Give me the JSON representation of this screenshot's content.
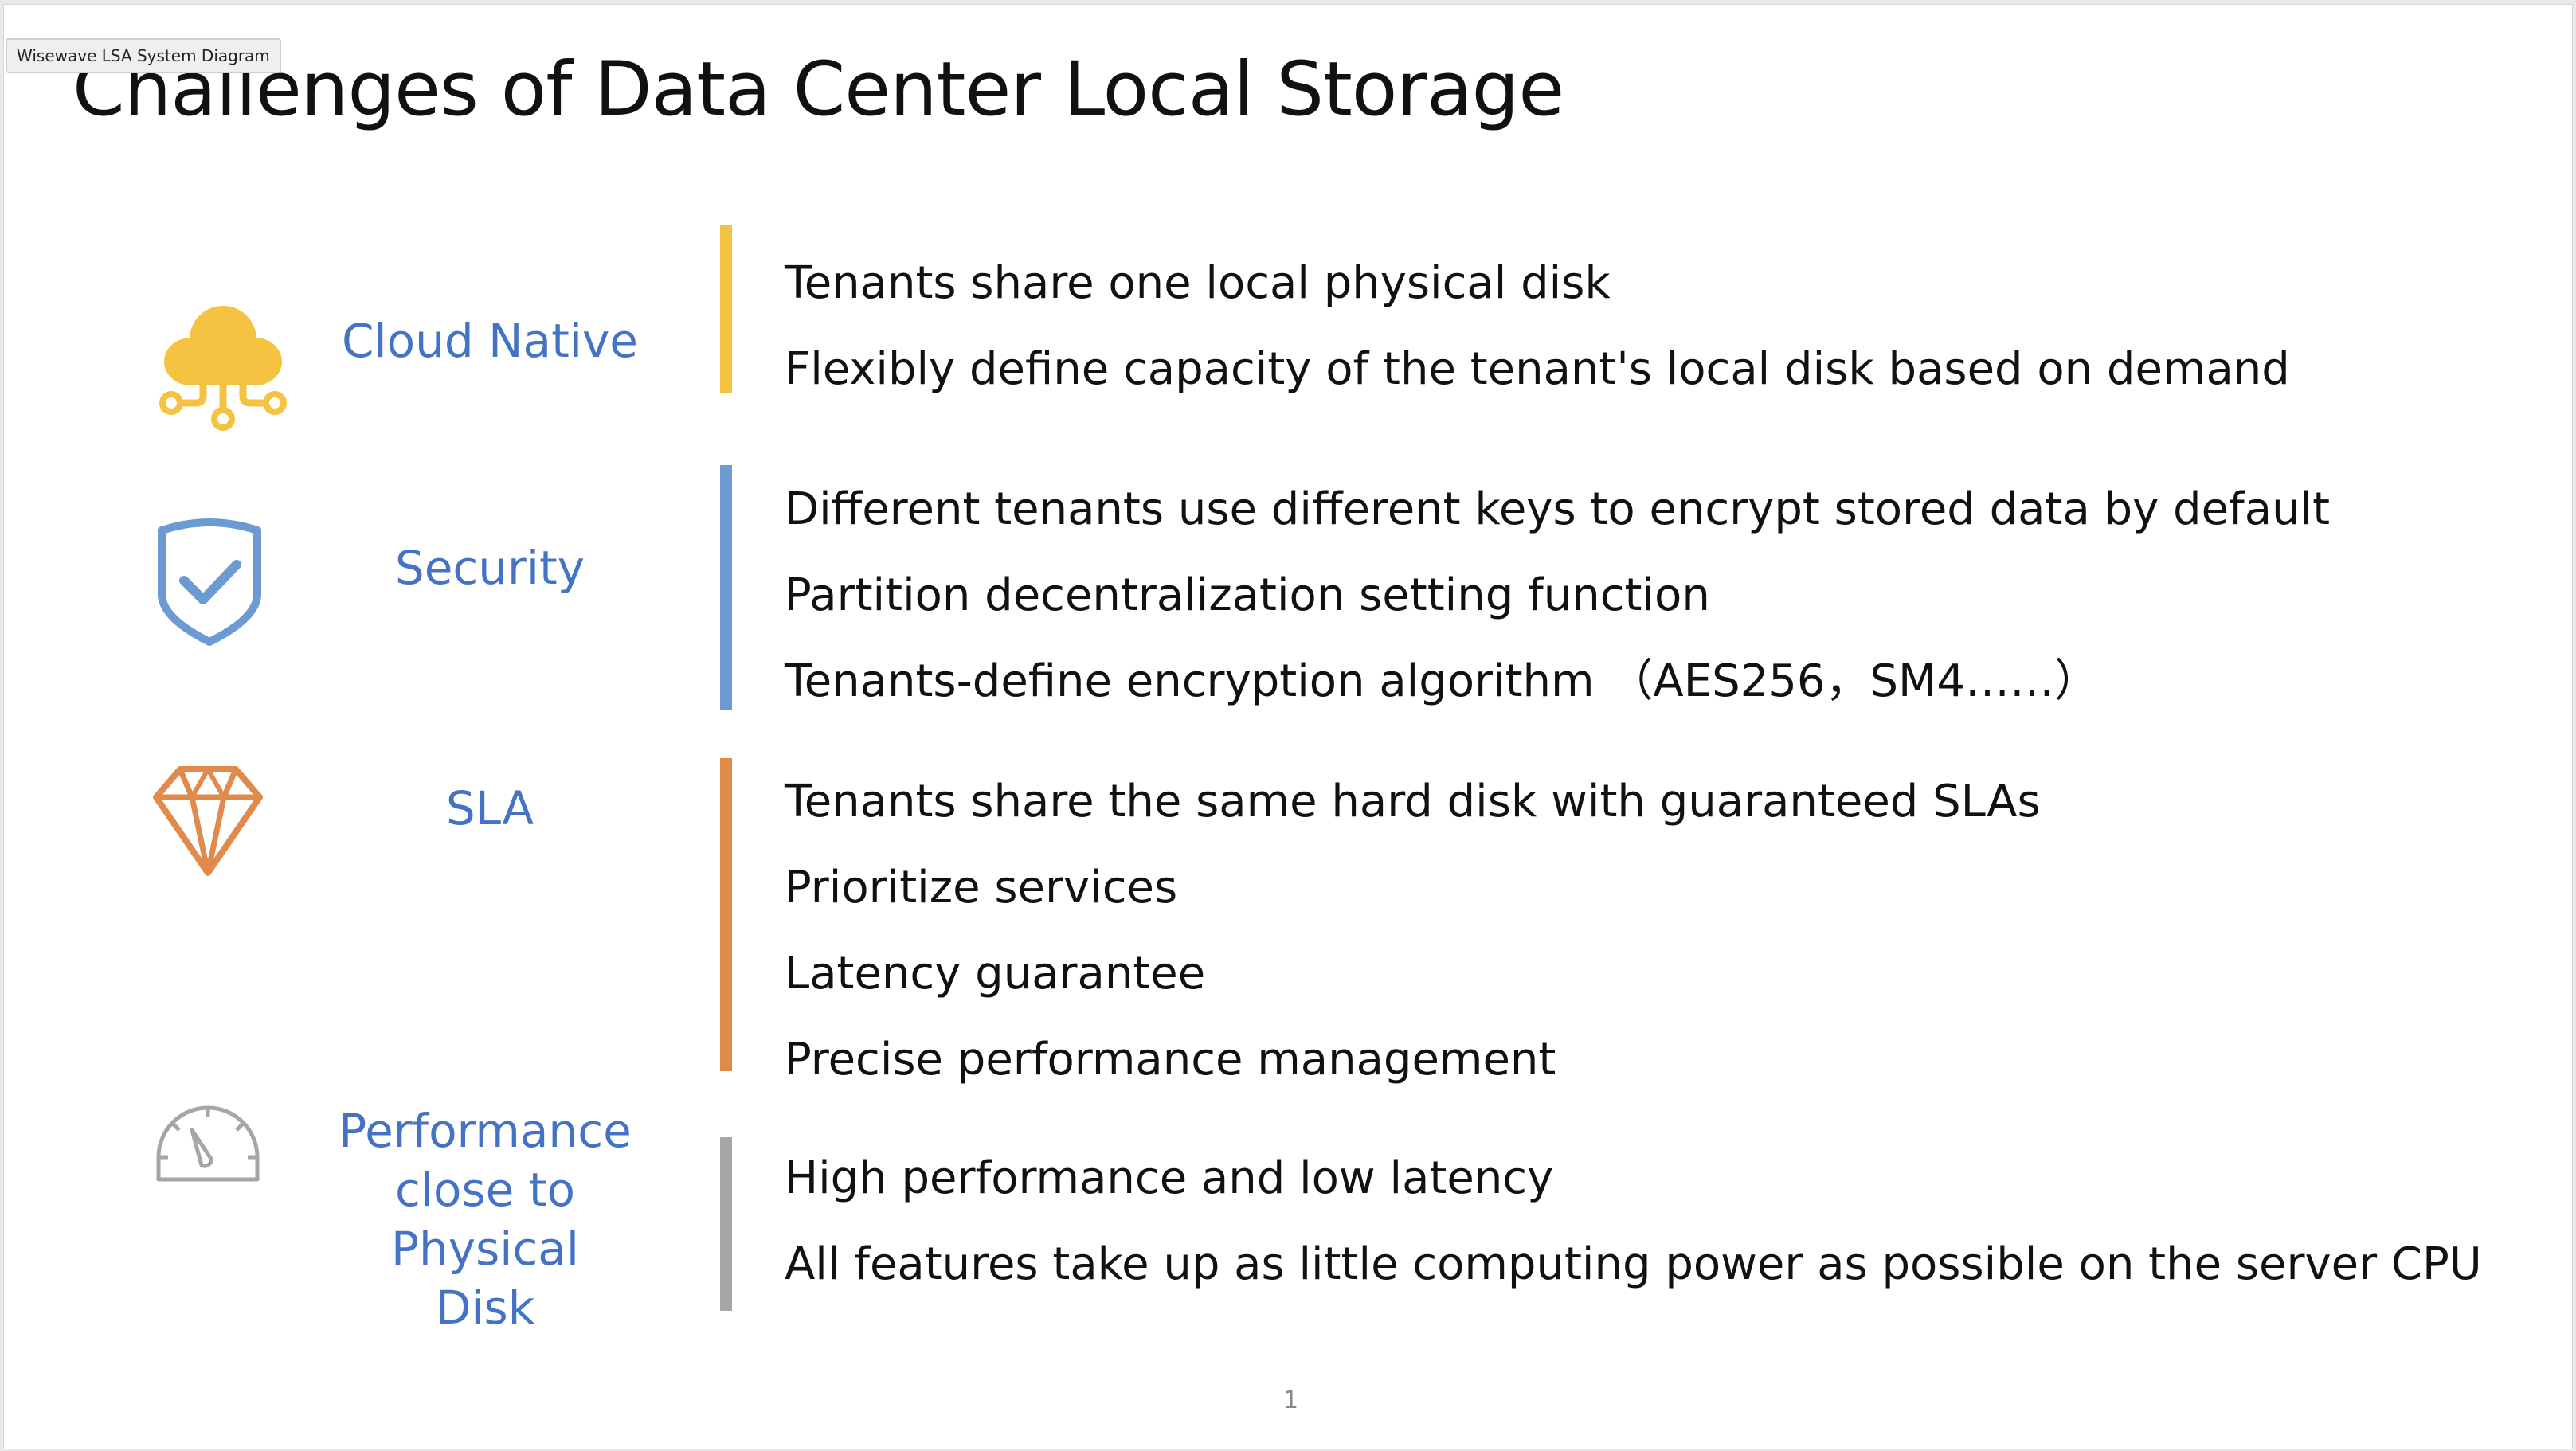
{
  "tooltip": "Wisewave LSA System Diagram",
  "title": "Challenges of Data Center Local Storage",
  "colors": {
    "accent_text": "#4472c4",
    "cloud_bar": "#f5c242",
    "security_bar": "#6b9bd2",
    "sla_bar": "#e08a4c",
    "perf_bar": "#a6a6a6"
  },
  "sections": [
    {
      "icon": "cloud-network-icon",
      "label": "Cloud Native",
      "bullets": [
        "Tenants share one local physical disk",
        "Flexibly define capacity of the tenant's local disk based on demand"
      ]
    },
    {
      "icon": "shield-check-icon",
      "label": "Security",
      "bullets": [
        "Different tenants use different keys to encrypt stored data by default",
        "Partition decentralization setting function",
        "Tenants-define encryption algorithm （AES256，SM4……）"
      ]
    },
    {
      "icon": "diamond-icon",
      "label": "SLA",
      "bullets": [
        "Tenants share the same hard disk with guaranteed SLAs",
        "Prioritize services",
        "Latency guarantee",
        "Precise performance management"
      ]
    },
    {
      "icon": "speedometer-icon",
      "label": "Performance\nclose to Physical\nDisk",
      "bullets": [
        "High performance and low latency",
        "All features take up as little computing power as possible on the server CPU"
      ]
    }
  ],
  "page_number": "1"
}
